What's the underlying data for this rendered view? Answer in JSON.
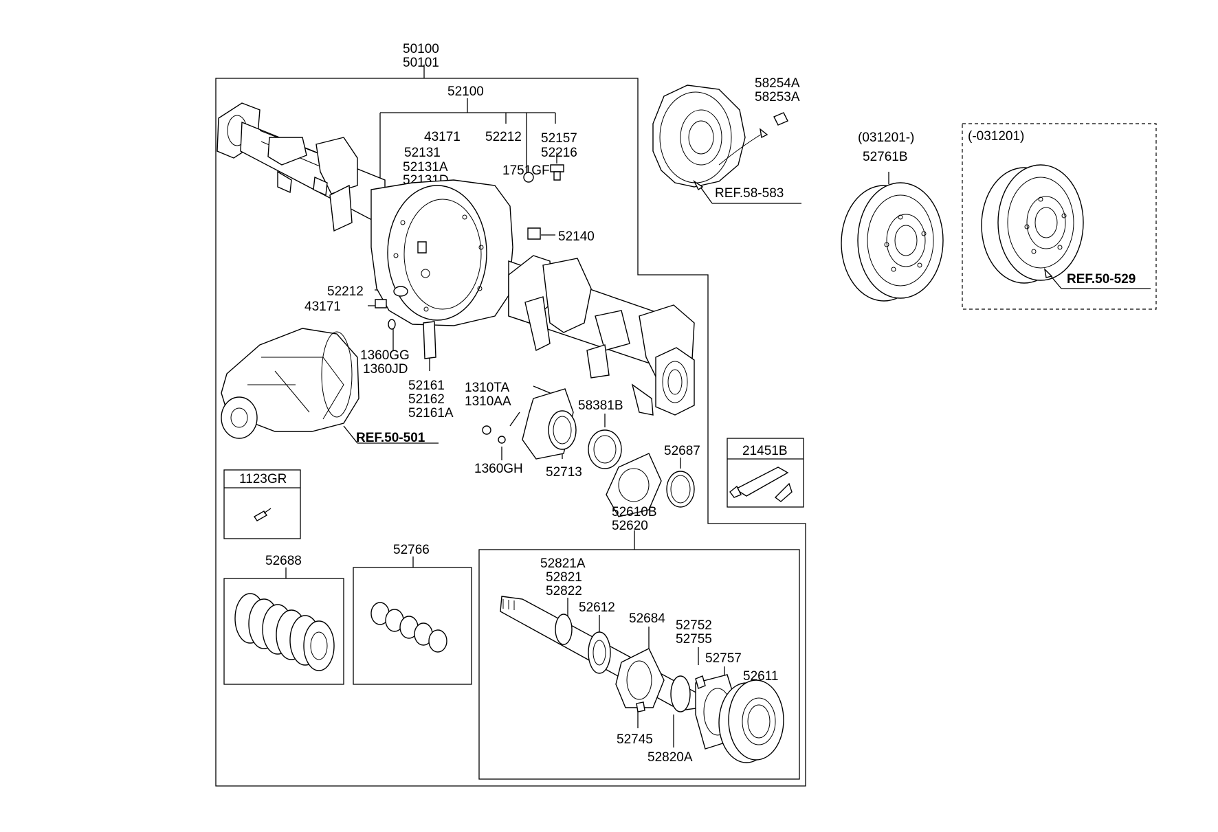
{
  "assembly": {
    "line1": "50100",
    "line2": "50101"
  },
  "housing": {
    "top": "52100",
    "left_col": [
      "43171"
    ],
    "mid_col": [
      "52212"
    ],
    "right_col": [
      "52157",
      "52216"
    ],
    "stud": [
      "52131",
      "52131A",
      "52131D"
    ],
    "washer": "1751GF",
    "breather": "52140",
    "plug_washer": "52212",
    "plug": "43171",
    "seal": [
      "1360GG",
      "1360JD"
    ],
    "gasket": [
      "52161",
      "52162",
      "52161A"
    ],
    "ref_diff": "REF.50-501"
  },
  "bearing_area": {
    "bolt": [
      "1310TA",
      "1310AA"
    ],
    "nut": "1360GH",
    "retainer": "52713",
    "tone_ring": "58381B",
    "oring": "52687"
  },
  "backing_plate": {
    "label": [
      "58254A",
      "58253A"
    ],
    "ref": "REF.58-583"
  },
  "drums": {
    "left_qualifier": "(031201-)",
    "left_part": "52761B",
    "right_qualifier": "(-031201)",
    "right_ref": "REF.50-529"
  },
  "boxes": {
    "bolt_box": "1123GR",
    "sealant_box": "21451B",
    "shim_box": "52688",
    "snapring_box": "52766"
  },
  "axle_shaft": {
    "header": [
      "52610B",
      "52620"
    ],
    "shaft": [
      "52821A",
      "52821",
      "52822"
    ],
    "bearing": "52612",
    "cage": "52684",
    "bolt": [
      "52752",
      "52755"
    ],
    "gasket": "52757",
    "hub": "52611",
    "screw": "52745",
    "spacer": "52820A"
  }
}
